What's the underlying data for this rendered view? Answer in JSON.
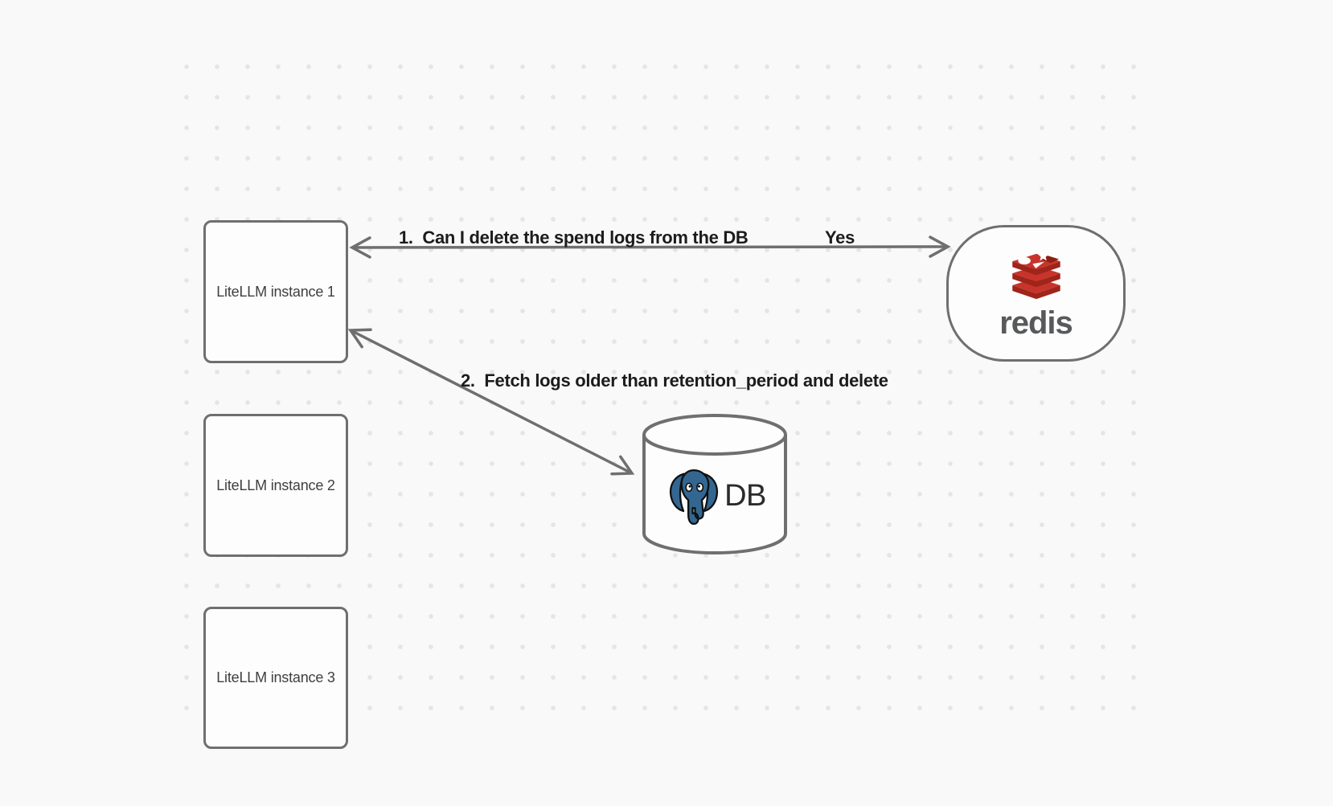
{
  "diagram": {
    "instances": [
      {
        "label": "LiteLLM instance 1"
      },
      {
        "label": "LiteLLM instance 2"
      },
      {
        "label": "LiteLLM instance 3"
      }
    ],
    "redis": {
      "wordmark": "redis"
    },
    "database": {
      "label": "DB"
    },
    "messages": {
      "step1": "1.  Can I delete the spend logs from the DB",
      "step1_answer": "Yes",
      "step2": "2.  Fetch logs older than retention_period and delete"
    }
  },
  "colors": {
    "background": "#f9f9f9",
    "grid_dot": "#e5e5e5",
    "shape_border": "#6f6f6f",
    "arrow": "#6f6f6f",
    "arrow_label_text": "#1c1c1c",
    "node_label_text": "#3f3f3f",
    "redis_red": "#C6342B",
    "redis_dark_red": "#A02419",
    "redis_wordmark_gray": "#58595b",
    "postgres_blue": "#336791",
    "db_text": "#2b2b2b"
  }
}
